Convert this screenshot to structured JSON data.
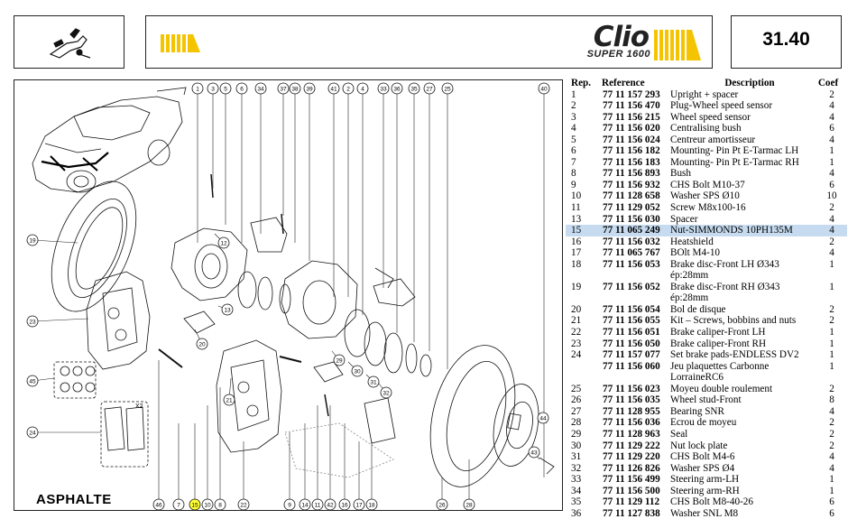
{
  "header": {
    "brand_main": "Clio",
    "brand_sub": "SUPER 1600",
    "page_number": "31.40"
  },
  "diagram": {
    "label": "ASPHALTE",
    "pad_qty": "X2",
    "top_callouts": [
      "1",
      "3",
      "5",
      "6",
      "34",
      "37",
      "38",
      "39",
      "41",
      "2",
      "4",
      "33",
      "36",
      "35",
      "27",
      "25",
      "40"
    ],
    "bottom_callouts": [
      "46",
      "7",
      "15",
      "10",
      "8",
      "22",
      "9",
      "14",
      "11",
      "42",
      "16",
      "17",
      "18",
      "26",
      "28"
    ],
    "side_callouts": [
      "19",
      "23",
      "45",
      "24",
      "12",
      "13",
      "20",
      "21",
      "29",
      "30",
      "31",
      "32",
      "44",
      "43"
    ],
    "highlighted_callout": "15"
  },
  "table": {
    "headers": {
      "rep": "Rep.",
      "ref": "Reference",
      "desc": "Description",
      "coef": "Coef"
    },
    "selected_rep": "15",
    "rows": [
      {
        "rep": "1",
        "ref": "77 11 157 293",
        "desc": "Upright + spacer",
        "coef": "2"
      },
      {
        "rep": "2",
        "ref": "77 11 156 470",
        "desc": "Plug-Wheel speed sensor",
        "coef": "4"
      },
      {
        "rep": "3",
        "ref": "77 11 156 215",
        "desc": "Wheel speed sensor",
        "coef": "4"
      },
      {
        "rep": "4",
        "ref": "77 11 156 020",
        "desc": "Centralising bush",
        "coef": "6"
      },
      {
        "rep": "5",
        "ref": "77 11 156 024",
        "desc": "Centreur amortisseur",
        "coef": "4"
      },
      {
        "rep": "6",
        "ref": "77 11 156 182",
        "desc": "Mounting- Pin Pt E-Tarmac LH",
        "coef": "1"
      },
      {
        "rep": "7",
        "ref": "77 11 156 183",
        "desc": "Mounting- Pin Pt E-Tarmac RH",
        "coef": "1"
      },
      {
        "rep": "8",
        "ref": "77 11 156 893",
        "desc": "Bush",
        "coef": "4"
      },
      {
        "rep": "9",
        "ref": "77 11 156 932",
        "desc": "CHS Bolt M10-37",
        "coef": "6"
      },
      {
        "rep": "10",
        "ref": "77 11 128 658",
        "desc": "Washer SPS Ø10",
        "coef": "10"
      },
      {
        "rep": "11",
        "ref": "77 11 129 052",
        "desc": "Screw M8x100-16",
        "coef": "2"
      },
      {
        "rep": "13",
        "ref": "77 11 156 030",
        "desc": "Spacer",
        "coef": "4"
      },
      {
        "rep": "15",
        "ref": "77 11 065 249",
        "desc": "Nut-SIMMONDS 10PH135M",
        "coef": "4"
      },
      {
        "rep": "16",
        "ref": "77 11 156 032",
        "desc": "Heatshield",
        "coef": "2"
      },
      {
        "rep": "17",
        "ref": "77 11 065 767",
        "desc": "BOlt M4-10",
        "coef": "4"
      },
      {
        "rep": "18",
        "ref": "77 11 156 053",
        "desc": "Brake disc-Front LH Ø343",
        "coef": "1"
      },
      {
        "rep": "",
        "ref": "",
        "desc": "ép:28mm",
        "coef": "",
        "cont": true
      },
      {
        "rep": "19",
        "ref": "77 11 156 052",
        "desc": "Brake disc-Front RH Ø343",
        "coef": "1"
      },
      {
        "rep": "",
        "ref": "",
        "desc": "ép:28mm",
        "coef": "",
        "cont": true
      },
      {
        "rep": "20",
        "ref": "77 11 156 054",
        "desc": "Bol de disque",
        "coef": "2"
      },
      {
        "rep": "21",
        "ref": "77 11 156 055",
        "desc": "Kit – Screws, bobbins and nuts",
        "coef": "2"
      },
      {
        "rep": "22",
        "ref": "77 11 156 051",
        "desc": "Brake caliper-Front LH",
        "coef": "1"
      },
      {
        "rep": "23",
        "ref": "77 11 156 050",
        "desc": "Brake caliper-Front RH",
        "coef": "1"
      },
      {
        "rep": "24",
        "ref": "77 11 157 077",
        "desc": "Set brake pads-ENDLESS DV2",
        "coef": "1"
      },
      {
        "rep": "",
        "ref": "77 11 156 060",
        "desc": "Jeu plaquettes Carbonne",
        "coef": "1"
      },
      {
        "rep": "",
        "ref": "",
        "desc": "LorraineRC6",
        "coef": "",
        "cont": true
      },
      {
        "rep": "25",
        "ref": "77 11 156 023",
        "desc": "Moyeu double roulement",
        "coef": "2"
      },
      {
        "rep": "26",
        "ref": "77 11 156 035",
        "desc": "Wheel stud-Front",
        "coef": "8"
      },
      {
        "rep": "27",
        "ref": "77 11 128 955",
        "desc": "Bearing SNR",
        "coef": "4"
      },
      {
        "rep": "28",
        "ref": "77 11 156 036",
        "desc": "Ecrou de moyeu",
        "coef": "2"
      },
      {
        "rep": "29",
        "ref": "77 11 128 963",
        "desc": "Seal",
        "coef": "2"
      },
      {
        "rep": "30",
        "ref": "77 11 129 222",
        "desc": "Nut lock plate",
        "coef": "2"
      },
      {
        "rep": "31",
        "ref": "77 11 129 220",
        "desc": "CHS Bolt M4-6",
        "coef": "4"
      },
      {
        "rep": "32",
        "ref": "77 11 126 826",
        "desc": "Washer SPS Ø4",
        "coef": "4"
      },
      {
        "rep": "33",
        "ref": "77 11 156 499",
        "desc": "Steering arm-LH",
        "coef": "1"
      },
      {
        "rep": "34",
        "ref": "77 11 156 500",
        "desc": "Steering arm-RH",
        "coef": "1"
      },
      {
        "rep": "35",
        "ref": "77 11 129 112",
        "desc": "CHS Bolt M8-40-26",
        "coef": "6"
      },
      {
        "rep": "36",
        "ref": "77 11 127 838",
        "desc": "Washer SNL M8",
        "coef": "6"
      }
    ]
  },
  "colors": {
    "highlight_row": "#c6dbef",
    "callout_highlight": "#ffff33",
    "brand_yellow": "#f5c400"
  }
}
